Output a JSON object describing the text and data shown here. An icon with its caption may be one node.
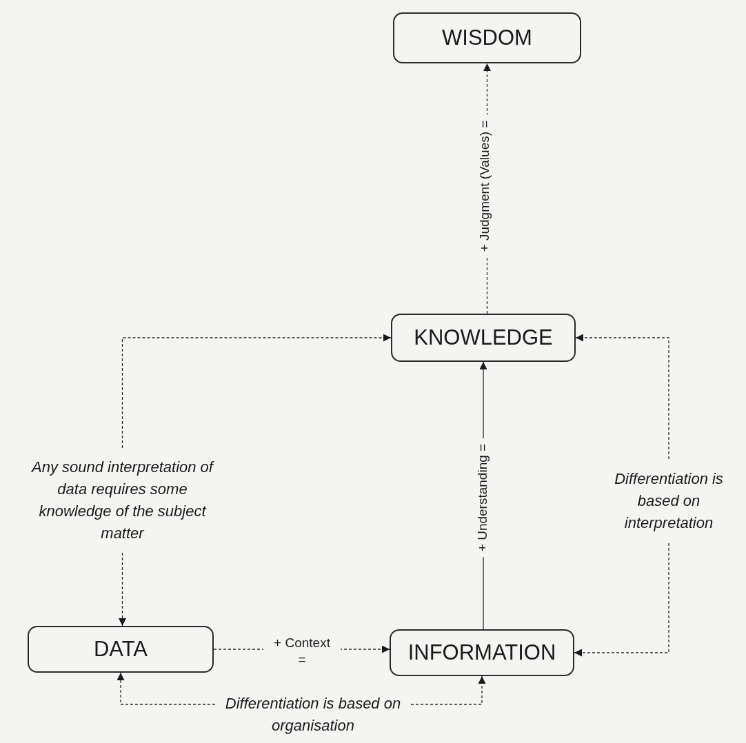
{
  "diagram": {
    "nodes": [
      {
        "text": [
          "WISDOM"
        ]
      },
      {
        "text": [
          "KNOWLEDGE"
        ]
      },
      {
        "text": [
          "DATA"
        ]
      },
      {
        "text": [
          "INFORMATION"
        ]
      },
      {
        "text": [
          "Any sound interpretation of data requires some knowledge of the subject matter"
        ]
      },
      {
        "text": [
          "Differentiation is based on interpretation"
        ]
      },
      {
        "text": [
          "Differentiation is based on organisation"
        ]
      }
    ],
    "edges": [
      {
        "from": 1,
        "to": 0,
        "arrow": "to",
        "label": "+ Judgment (Values) =",
        "style": "dashed"
      },
      {
        "from": 3,
        "to": 1,
        "arrow": "to",
        "label": "+ Understanding ="
      },
      {
        "from": 2,
        "to": 3,
        "arrow": "to",
        "label": "+ Context =",
        "style": "dashed"
      },
      {
        "from": 4,
        "to": 1,
        "arrow": "to",
        "style": "dashed"
      },
      {
        "from": 4,
        "to": 2,
        "arrow": "to",
        "style": "dashed"
      },
      {
        "from": 5,
        "to": 1,
        "arrow": "to",
        "style": "dashed"
      },
      {
        "from": 5,
        "to": 3,
        "arrow": "to",
        "style": "dashed"
      },
      {
        "from": 6,
        "to": 2,
        "arrow": "to",
        "style": "dashed"
      },
      {
        "from": 6,
        "to": 3,
        "arrow": "to",
        "style": "dashed"
      }
    ]
  }
}
